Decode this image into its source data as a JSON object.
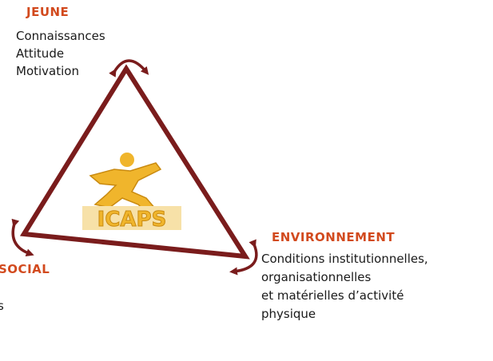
{
  "colors": {
    "heading": "#d24a1e",
    "triangle": "#7a1c1c",
    "text": "#1a1a1a",
    "logo_yellow": "#f0b52c",
    "logo_shadow": "#c98a10"
  },
  "jeune": {
    "title": "JEUNE",
    "items": [
      "Connaissances",
      "Attitude",
      "Motivation"
    ]
  },
  "social": {
    "title": "SOCIAL",
    "items": [
      "s"
    ]
  },
  "environnement": {
    "title": "ENVIRONNEMENT",
    "items": [
      "Conditions institutionnelles,",
      "organisationnelles",
      "et matérielles d’activité",
      "physique"
    ]
  },
  "logo": {
    "text": "ICAPS",
    "icon": "running-figure-icon"
  }
}
